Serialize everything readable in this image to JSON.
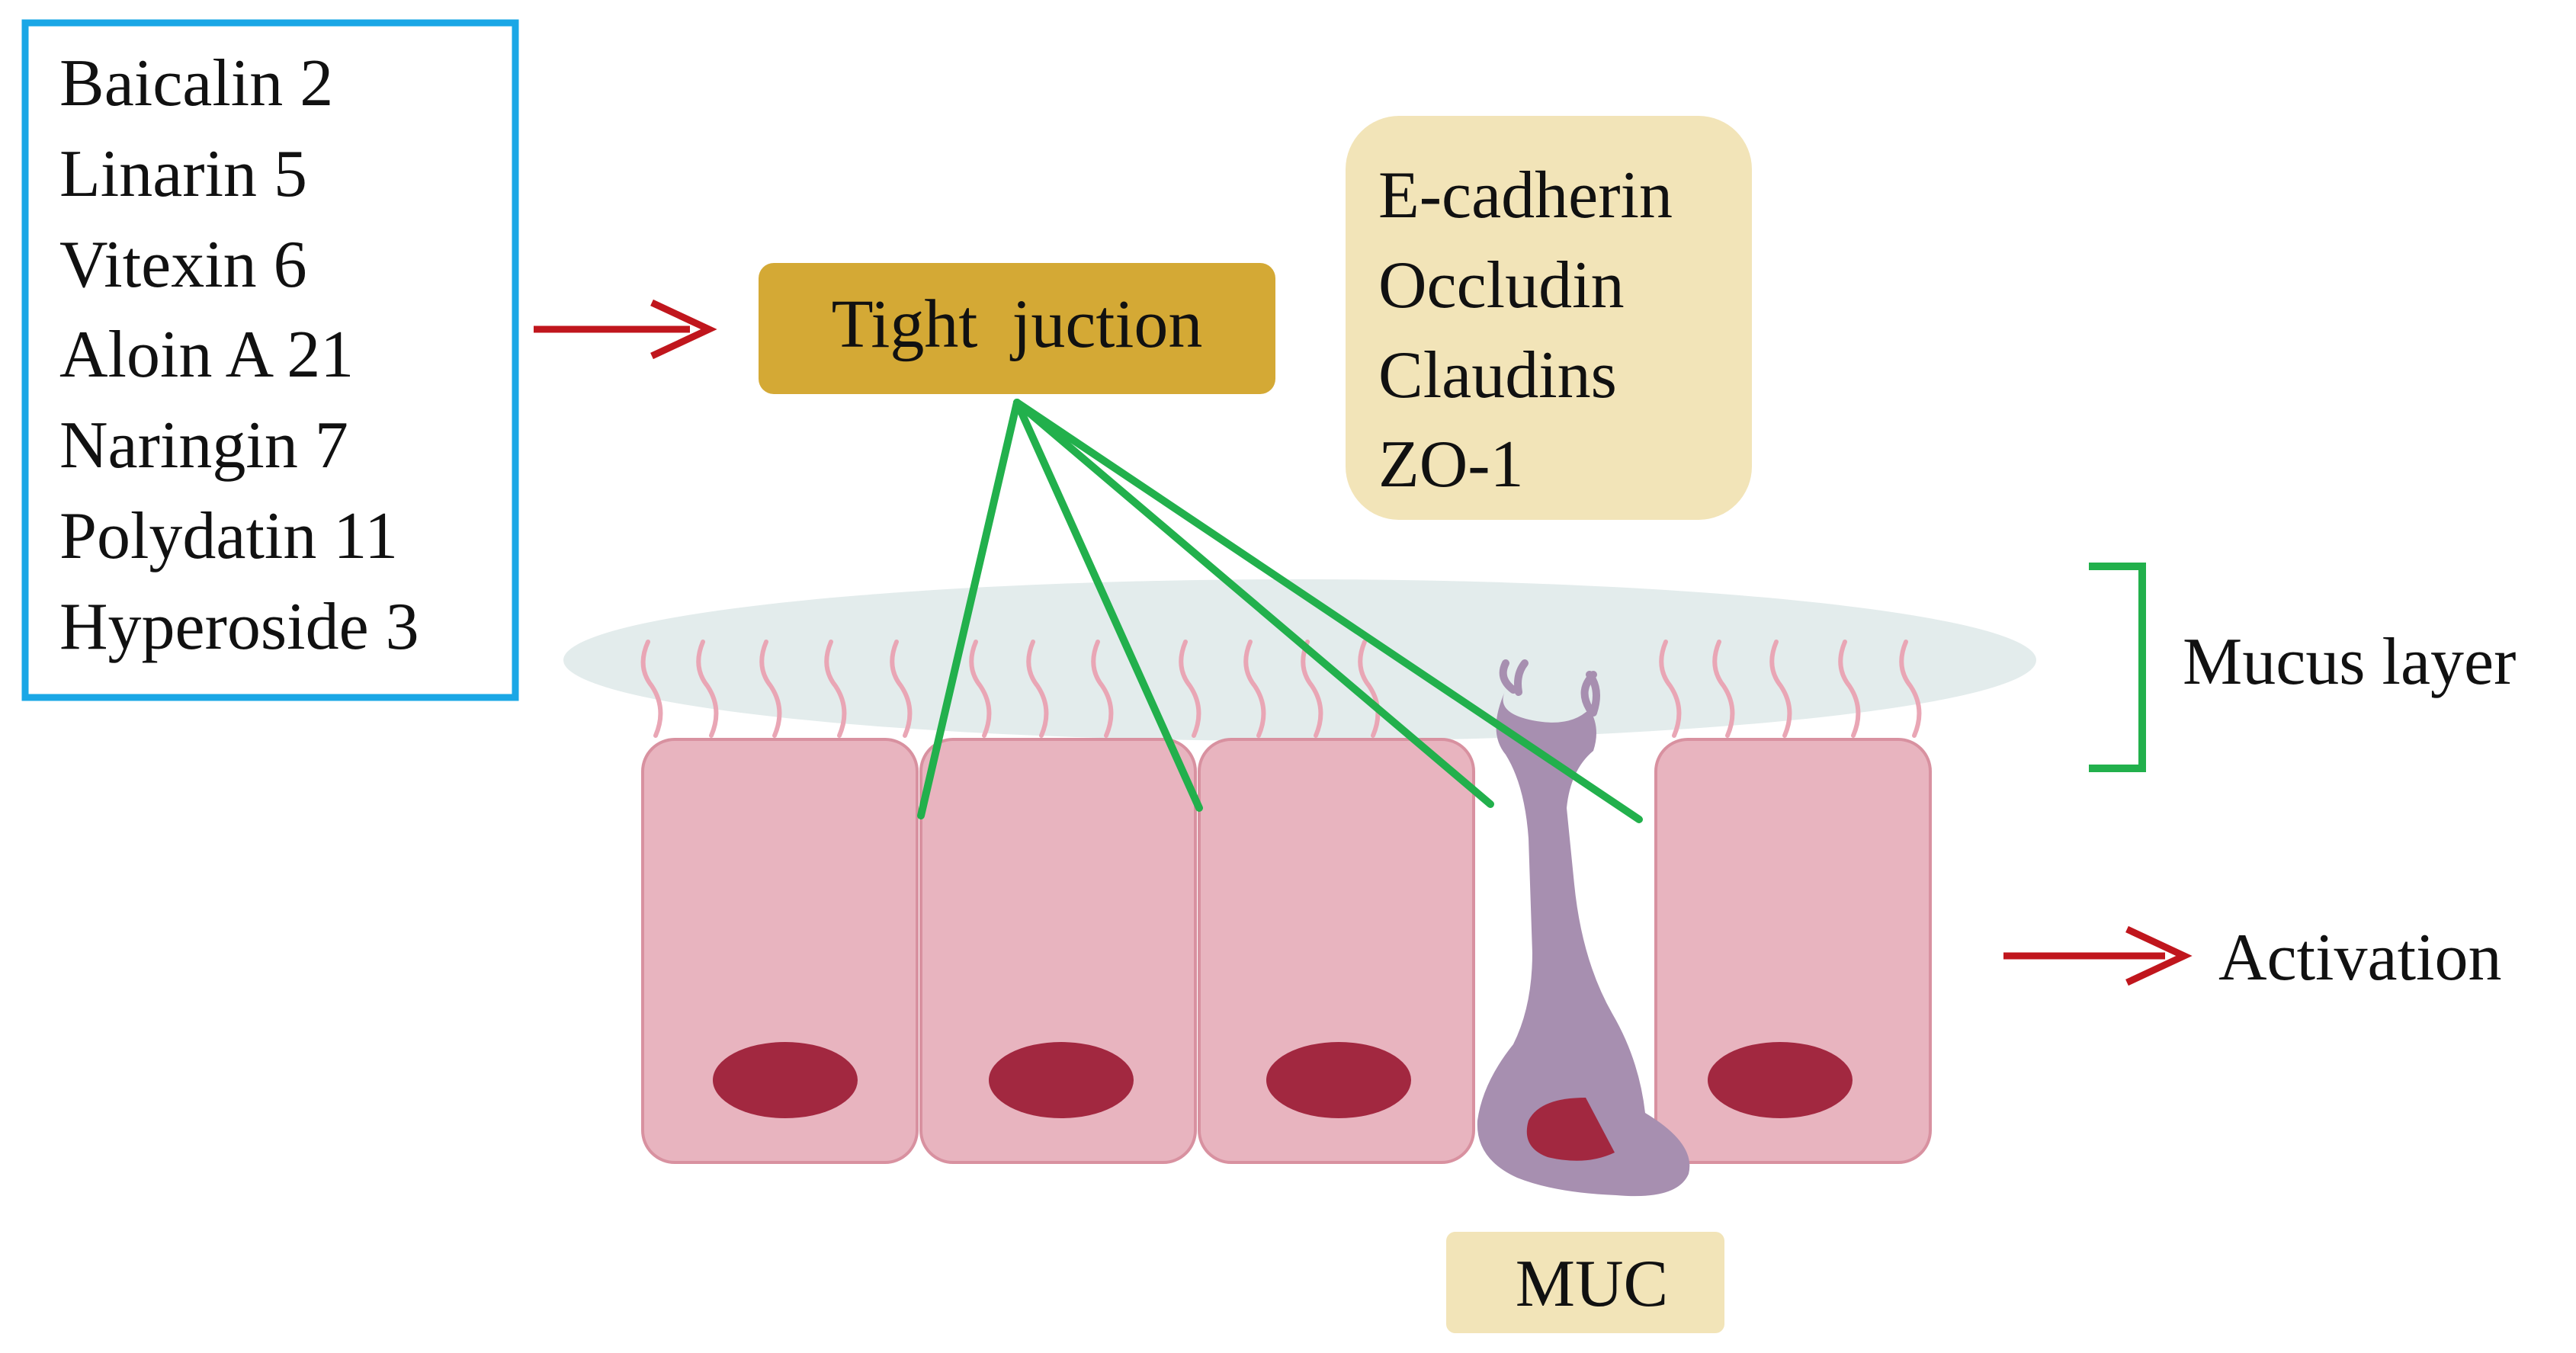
{
  "compounds": {
    "items": [
      "Baicalin 2",
      "Linarin 5",
      "Vitexin 6",
      "Aloin A 21",
      "Naringin 7",
      "Polydatin 11",
      "Hyperoside 3"
    ]
  },
  "tight_junction": {
    "label": "Tight  juction"
  },
  "proteins": {
    "items": [
      "E-cadherin",
      "Occludin",
      "Claudins",
      "ZO-1"
    ]
  },
  "mucus_layer": {
    "label": "Mucus layer"
  },
  "legend": {
    "activation_label": "Activation"
  },
  "muc": {
    "label": "MUC"
  },
  "colors": {
    "compound_box_border": "#1aa7e6",
    "arrow_red": "#c0161d",
    "tight_junction_fill": "#d4a935",
    "protein_box_fill": "#f2e4b8",
    "muc_box_fill": "#f2e4b8",
    "mucus_fill": "#e3ecec",
    "cell_fill": "#e8b4bf",
    "cell_border": "#d891a0",
    "nucleus_fill": "#a22840",
    "goblet_fill": "#a78fb0",
    "junction_line": "#22b04c",
    "bracket": "#22b04c",
    "villi": "#e9a6b5"
  }
}
